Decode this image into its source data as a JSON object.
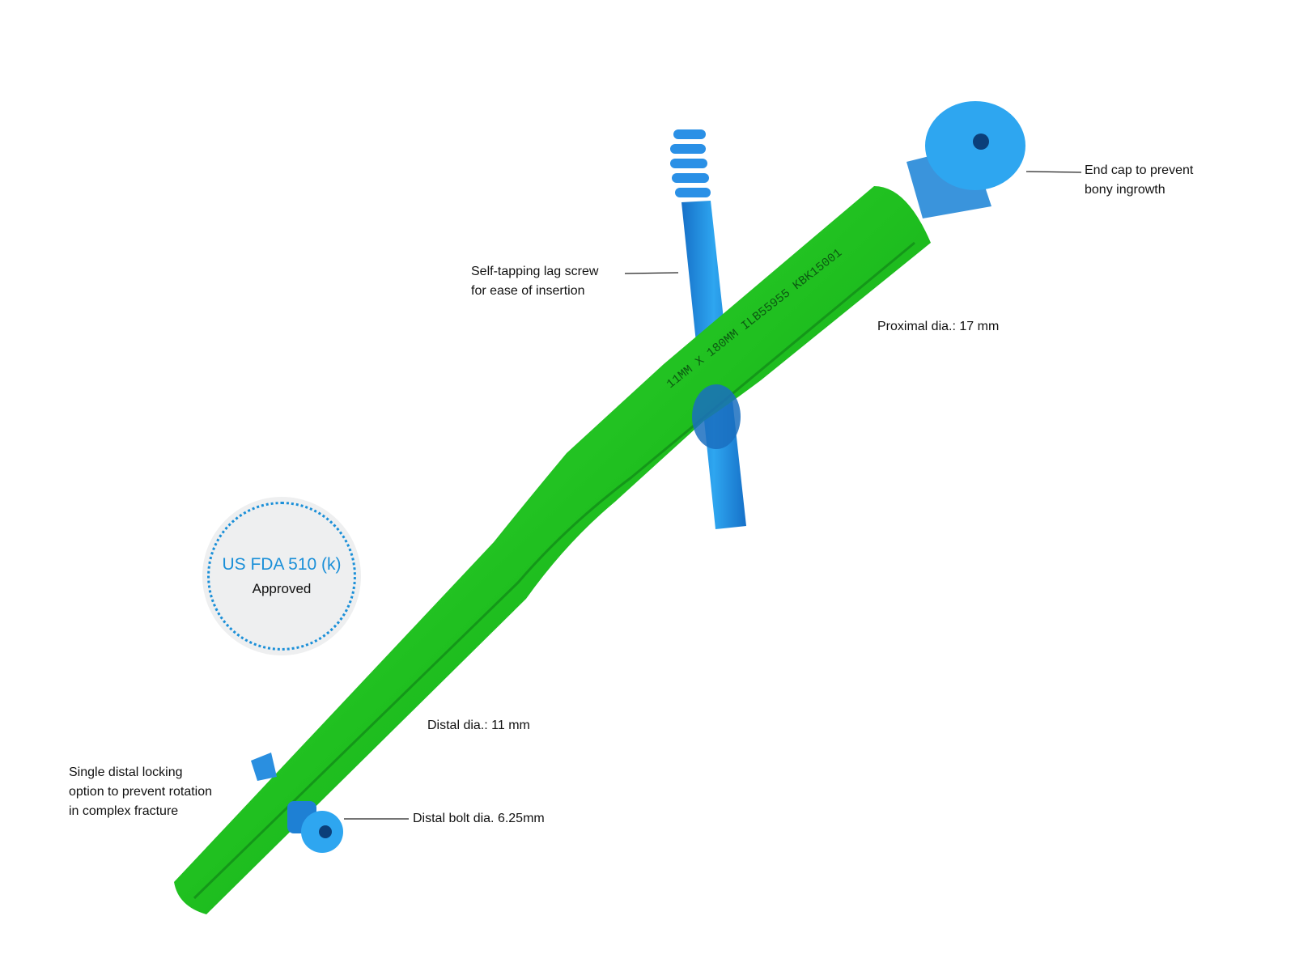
{
  "labels": {
    "end_cap": [
      "End cap to prevent",
      "bony ingrowth"
    ],
    "lag_screw": [
      "Self-tapping lag screw",
      "for ease of insertion"
    ],
    "proximal": "Proximal dia.: 17 mm",
    "distal": "Distal dia.: 11 mm",
    "distal_locking": [
      "Single distal locking",
      "option to prevent rotation",
      "in complex fracture"
    ],
    "distal_bolt": "Distal bolt dia. 6.25mm"
  },
  "seal": {
    "title": "US FDA 510 (k)",
    "subtitle": "Approved"
  },
  "engraving": "11MM X 180MM ILB55955 KBK15001",
  "colors": {
    "nail": "#1fc21f",
    "screw": "#1e8fe0",
    "seal_accent": "#1a8fd8"
  }
}
